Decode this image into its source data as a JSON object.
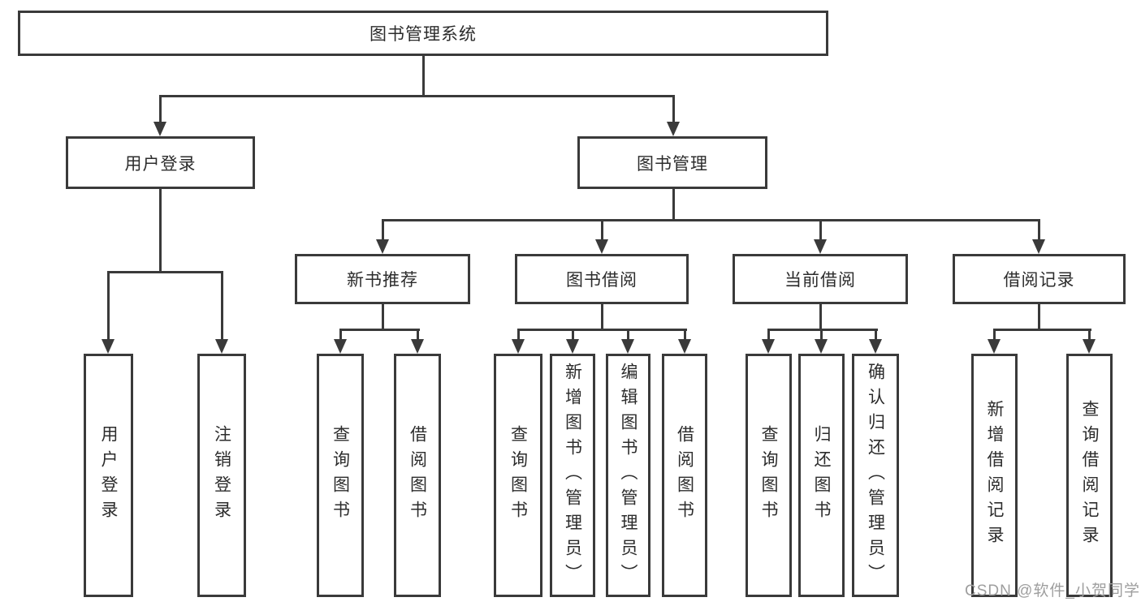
{
  "page": {
    "background": "#ffffff"
  },
  "colors": {
    "line": "#3a3a3a",
    "text": "#2c2c2c",
    "watermark": "#9e9e9e"
  },
  "tree": {
    "root": {
      "label": "图书管理系统"
    },
    "branches": [
      {
        "label": "用户登录",
        "children": [
          {
            "label": "用户登录"
          },
          {
            "label": "注销登录"
          }
        ]
      },
      {
        "label": "图书管理",
        "children": [
          {
            "label": "新书推荐",
            "children": [
              {
                "label": "查询图书"
              },
              {
                "label": "借阅图书"
              }
            ]
          },
          {
            "label": "图书借阅",
            "children": [
              {
                "label": "查询图书"
              },
              {
                "label": "新增图书（管理员）"
              },
              {
                "label": "编辑图书（管理员）"
              },
              {
                "label": "借阅图书"
              }
            ]
          },
          {
            "label": "当前借阅",
            "children": [
              {
                "label": "查询图书"
              },
              {
                "label": "归还图书"
              },
              {
                "label": "确认归还（管理员）"
              }
            ]
          },
          {
            "label": "借阅记录",
            "children": [
              {
                "label": "新增借阅记录"
              },
              {
                "label": "查询借阅记录"
              }
            ]
          }
        ]
      }
    ]
  },
  "watermark": {
    "text": "CSDN @软件_小贺同学"
  }
}
